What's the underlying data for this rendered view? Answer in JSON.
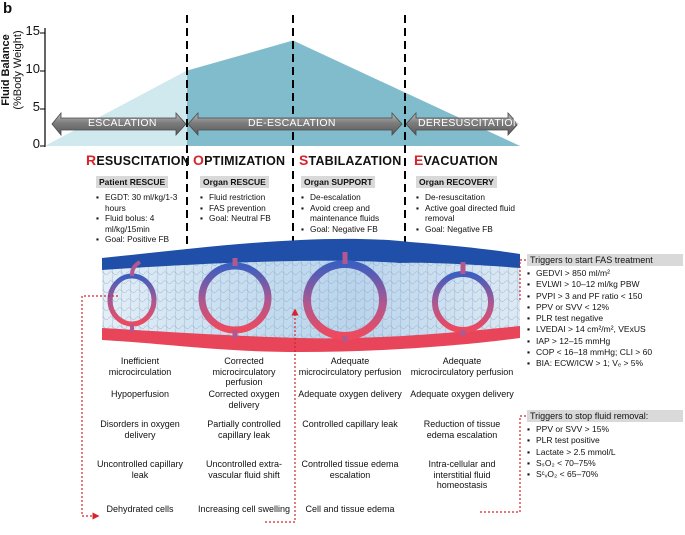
{
  "figure_letter": "b",
  "y_axis": {
    "label_line1": "Fluid Balance",
    "label_line2": "(%Body Weight)",
    "ticks": [
      "15",
      "10",
      "5",
      "0"
    ]
  },
  "chart_data": {
    "type": "area",
    "ylabel": "Fluid Balance (%Body Weight)",
    "ylim": [
      0,
      15
    ],
    "yticks": [
      0,
      5,
      10,
      15
    ],
    "series": [
      {
        "values": [
          0,
          10,
          14,
          0
        ]
      }
    ]
  },
  "arrows": [
    {
      "label": "ESCALATION"
    },
    {
      "label": "DE-ESCALATION"
    },
    {
      "label": "DERESUSCITATION"
    }
  ],
  "phases": [
    {
      "first_letter": "R",
      "rest": "ESUSCITATION",
      "organ": "Patient RESCUE",
      "bullets": [
        "EGDT: 30 ml/kg/1-3 hours",
        "Fluid bolus: 4 ml/kg/15min",
        "Goal: Positive FB"
      ],
      "outcomes": [
        "Inefficient microcirculation",
        "Hypoperfusion",
        "Disorders in oxygen delivery",
        "Uncontrolled capillary leak",
        "Dehydrated cells"
      ]
    },
    {
      "first_letter": "O",
      "rest": "PTIMIZATION",
      "organ": "Organ RESCUE",
      "bullets": [
        "Fluid restriction",
        "FAS prevention",
        "Goal: Neutral FB"
      ],
      "outcomes": [
        "Corrected microcirculatory perfusion",
        "Corrected oxygen delivery",
        "Partially controlled capillary leak",
        "Uncontrolled extra-vascular fluid shift",
        "Increasing cell swelling"
      ]
    },
    {
      "first_letter": "S",
      "rest": "TABILAZATION",
      "organ": "Organ SUPPORT",
      "bullets": [
        "De-escalation",
        "Avoid creep and maintenance fluids",
        "Goal: Negative FB"
      ],
      "outcomes": [
        "Adequate microcirculatory perfusion",
        "Adequate oxygen delivery",
        "Controlled capillary leak",
        "Controlled tissue edema escalation",
        "Cell and tissue edema"
      ]
    },
    {
      "first_letter": "E",
      "rest": "VACUATION",
      "organ": "Organ RECOVERY",
      "bullets": [
        "De-resuscitation",
        "Active goal directed fluid removal",
        "Goal: Negative FB"
      ],
      "outcomes": [
        "Adequate microcirculatory perfusion",
        "Adequate oxygen delivery",
        "Reduction of tissue edema escalation",
        "Intra-cellular and interstitial fluid homeostasis"
      ]
    }
  ],
  "triggers_start": {
    "title": "Triggers to start FAS treatment",
    "items": [
      "GEDVI > 850 ml/m²",
      "EVLWI > 10‒12 ml/kg PBW",
      "PVPI > 3 and PF ratio < 150",
      "PPV or SVV < 12%",
      "PLR test negative",
      "LVEDAI > 14 cm²/m², VExUS",
      "IAP > 12‒15 mmHg",
      "COP < 16‒18 mmHg; CLI > 60",
      "BIA: ECW/ICW > 1; Vₑ > 5%"
    ]
  },
  "triggers_stop": {
    "title": "Triggers to stop fluid removal:",
    "items": [
      "PPV or SVV > 15%",
      "PLR test positive",
      "Lactate > 2.5 mmol/L",
      "SₛO₂ < 70‒75%",
      "SᶜᵥO₂ < 65‒70%"
    ]
  },
  "colors": {
    "area_light": "#b9dfe8",
    "area_dark": "#6fb0c4",
    "arrow_fill": "#8a8a8a",
    "vessel_blue": "#1f4fa8",
    "vessel_red": "#e8455a",
    "accent_red": "#d6242b"
  }
}
